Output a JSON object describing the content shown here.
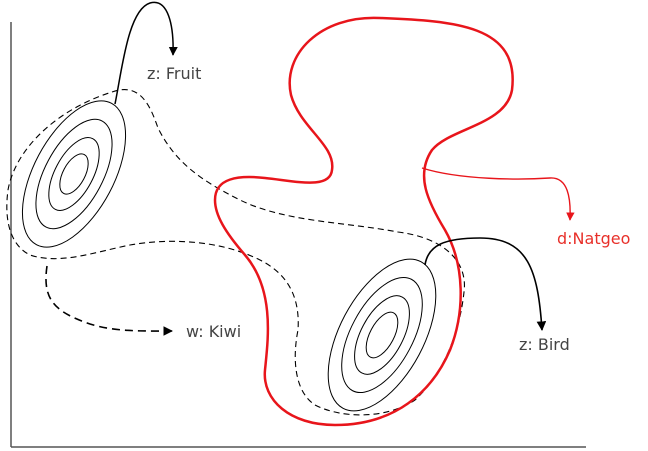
{
  "labels": {
    "fruit": "z: Fruit",
    "kiwi": "w: Kiwi",
    "natgeo": "d:Natgeo",
    "bird": "z: Bird"
  },
  "colors": {
    "red_region": "#e8151b",
    "red_label": "#e8302a",
    "ink": "#000000",
    "label_text": "#444444",
    "axis": "#555555"
  }
}
